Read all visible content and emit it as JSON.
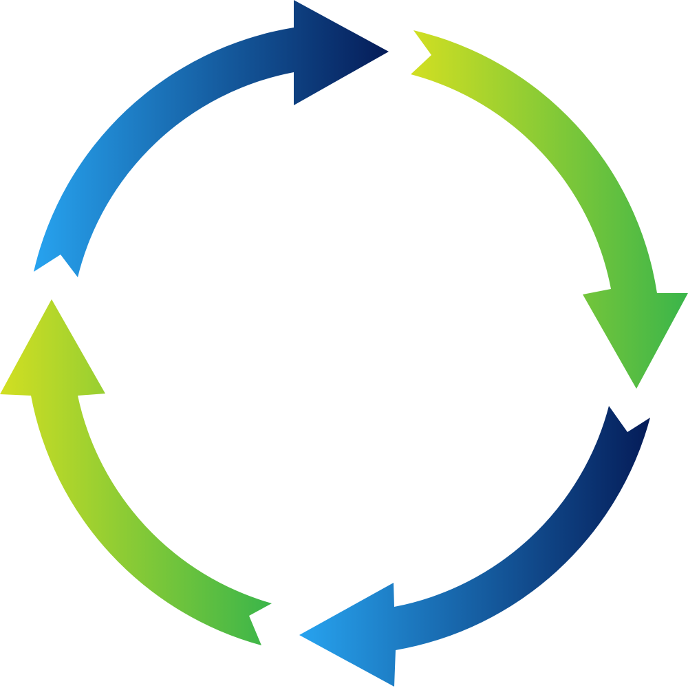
{
  "diagram": {
    "type": "cycle",
    "arrows": [
      {
        "id": "top-left",
        "direction": "clockwise",
        "colors": {
          "start": "#27a3ef",
          "end": "#051c58"
        }
      },
      {
        "id": "top-right",
        "direction": "clockwise",
        "colors": {
          "start": "#d2df22",
          "end": "#3ab54a"
        }
      },
      {
        "id": "bottom-right",
        "direction": "clockwise",
        "colors": {
          "start": "#27a3ef",
          "end": "#051c58"
        }
      },
      {
        "id": "bottom-left",
        "direction": "clockwise",
        "colors": {
          "start": "#d2df22",
          "end": "#3ab54a"
        }
      }
    ]
  }
}
